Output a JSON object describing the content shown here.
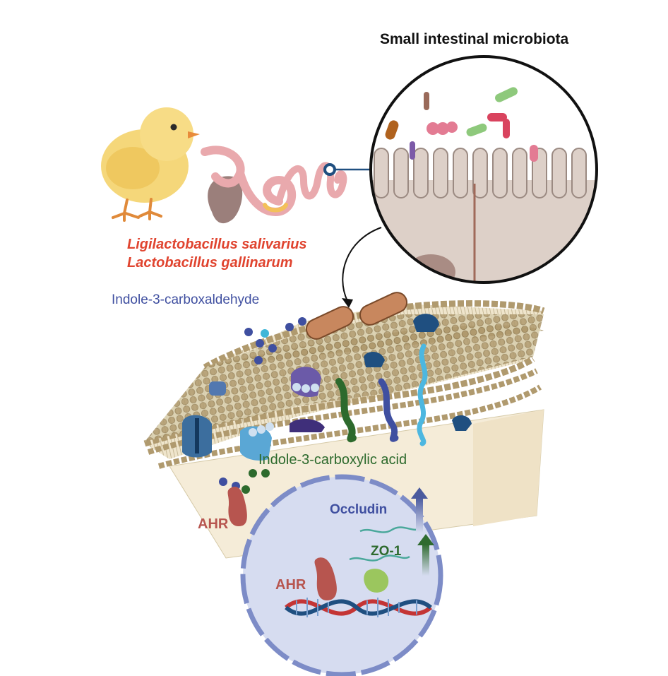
{
  "figure": {
    "title": "Small intestinal microbiota",
    "species": [
      "Ligilactobacillus salivarius",
      "Lactobacillus gallinarum"
    ],
    "metabolite_precursor": "Indole-3-carboxaldehyde",
    "metabolite_product": "Indole-3-carboxylic acid",
    "receptor_cytoplasm": "AHR",
    "receptor_nucleus": "AHR",
    "protein_occludin": "Occludin",
    "protein_zo1": "ZO-1"
  },
  "colors": {
    "species_text": "#e0442f",
    "indole_text": "#3f4fa0",
    "acid_text": "#2d6a2d",
    "ahr_text": "#b7554f",
    "membrane_head": "#b9a27a",
    "cell_fill": "#f5ecd8",
    "nucleus_fill": "#d6dcf0",
    "nucleus_border": "#7d8cc7",
    "zoom_fill": "#ddd0c8"
  },
  "icons": [
    "chick-illustration",
    "intestine-illustration",
    "zoom-circle",
    "curved-arrow-icon",
    "bacterium-icon",
    "dna-helix-icon",
    "up-arrow-icon"
  ]
}
